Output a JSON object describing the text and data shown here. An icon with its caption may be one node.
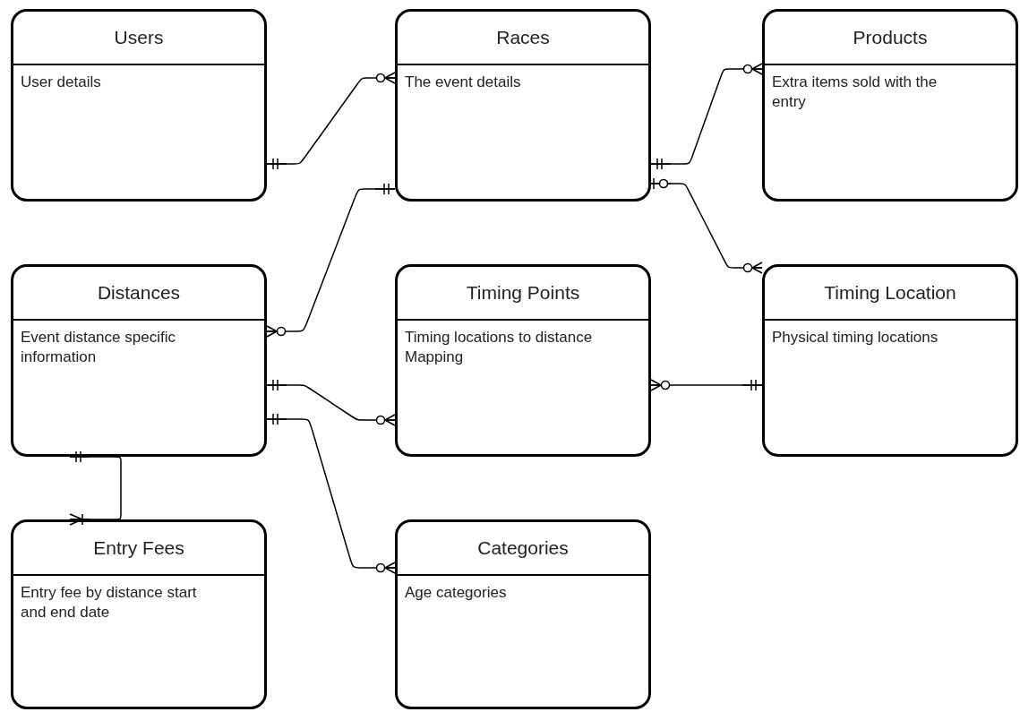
{
  "diagram": {
    "nodes": [
      {
        "text": [
          "Users",
          "User details"
        ]
      },
      {
        "text": [
          "Races",
          "The event details"
        ]
      },
      {
        "text": [
          "Products",
          "Extra items sold with the entry"
        ]
      },
      {
        "text": [
          "Distances",
          "Event distance specific information"
        ]
      },
      {
        "text": [
          "Timing Points",
          "Timing locations to distance Mapping"
        ]
      },
      {
        "text": [
          "Timing Location",
          "Physical timing locations"
        ]
      },
      {
        "text": [
          "Entry Fees",
          "Entry fee by distance start and end date"
        ]
      },
      {
        "text": [
          "Categories",
          "Age categories"
        ]
      }
    ],
    "edges": [
      {
        "from": 0,
        "to": 1,
        "arrow": "other"
      },
      {
        "from": 1,
        "to": 2,
        "arrow": "other"
      },
      {
        "from": 1,
        "to": 5,
        "arrow": "other"
      },
      {
        "from": 1,
        "to": 3,
        "arrow": "other"
      },
      {
        "from": 3,
        "to": 4,
        "arrow": "other"
      },
      {
        "from": 5,
        "to": 4,
        "arrow": "other"
      },
      {
        "from": 3,
        "to": 7,
        "arrow": "other"
      },
      {
        "from": 3,
        "to": 6,
        "arrow": "other"
      }
    ]
  }
}
